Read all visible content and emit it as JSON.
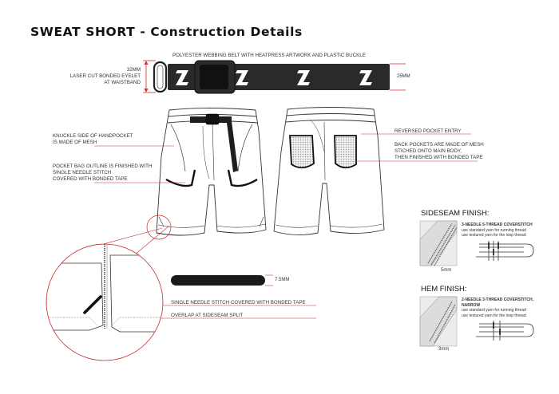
{
  "title": "SWEAT SHORT - Construction Details",
  "belt": {
    "label": "POLYESTER WEBBING BELT WITH HEATPRESS ARTWORK AND PLASTIC BUCKLE",
    "eyelet_lines": [
      "32MM",
      "LASER CUT BONDED EYELET",
      "AT WAISTBAND"
    ],
    "width_label": "25MM",
    "logo_glyph": "Z"
  },
  "front_callouts": {
    "knuckle": [
      "KNUCKLE SIDE OF HANDPOCKET",
      "IS MADE OF MESH"
    ],
    "pocket_bag": [
      "POCKET BAG OUTLINE IS FINISHED WITH",
      "SINGLE NEEDLE STITCH",
      "COVERED WITH BONDED TAPE"
    ]
  },
  "back_callouts": {
    "reversed_pocket": "REVERSED POCKET ENTRY",
    "back_pockets": [
      "BACK POCKETS ARE MADE OF MESH",
      "STICHED ONTO MAIN BODY,",
      "THEN FINISHED WITH BONDED TAPE"
    ]
  },
  "detail": {
    "tape_width": "7.5MM",
    "single_needle": "SINGLE NEEDLE STITCH COVERED WITH BONDED TAPE",
    "overlap": "OVERLAP AT SIDESEAM SPLIT"
  },
  "sideseam": {
    "heading": "SIDESEAM FINISH:",
    "stitch_name": "3-NEEDLE 5-THREAD COVERSTITCH",
    "notes": [
      "use standard yarn for running thread",
      "use textured yarn for the loop thread"
    ],
    "dimension": "5mm"
  },
  "hem": {
    "heading": "HEM FINISH:",
    "stitch_name": [
      "2-NEEDLE 3-THREAD COVERSTITCH,",
      "NARROW"
    ],
    "notes": [
      "use standard yarn for running thread",
      "use textured yarn for the loop thread"
    ],
    "dimension": "3mm"
  },
  "colors": {
    "callout_line": "#c62828",
    "dimension_arrow": "#d32f2f",
    "outline": "#333333",
    "tape": "#1a1a1a"
  }
}
